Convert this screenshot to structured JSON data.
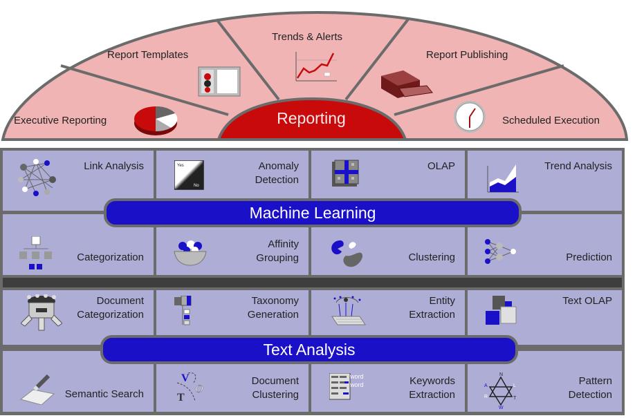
{
  "reporting": {
    "hub_label": "Reporting",
    "segments": [
      {
        "label": "Executive Reporting",
        "icon": "pie-chart-icon"
      },
      {
        "label": "Report Templates",
        "icon": "report-template-icon"
      },
      {
        "label": "Trends & Alerts",
        "icon": "trend-alert-chart-icon"
      },
      {
        "label": "Report Publishing",
        "icon": "printer-icon"
      },
      {
        "label": "Scheduled Execution",
        "icon": "clock-icon"
      }
    ]
  },
  "machine_learning": {
    "title": "Machine Learning",
    "cells": [
      {
        "label": "Link Analysis",
        "icon": "network-graph-icon"
      },
      {
        "label": "Anomaly Detection",
        "line1": "Anomaly",
        "line2": "Detection",
        "icon": "yes-no-gradient-icon",
        "icon_text_yes": "Yes",
        "icon_text_no": "No"
      },
      {
        "label": "OLAP",
        "icon": "olap-cube-icon"
      },
      {
        "label": "Trend Analysis",
        "icon": "area-chart-icon"
      },
      {
        "label": "Categorization",
        "icon": "hierarchy-tree-icon"
      },
      {
        "label": "Affinity Grouping",
        "line1": "Affinity",
        "line2": "Grouping",
        "icon": "bowl-of-balls-icon"
      },
      {
        "label": "Clustering",
        "icon": "clusters-icon"
      },
      {
        "label": "Prediction",
        "icon": "neural-network-icon"
      }
    ]
  },
  "text_analysis": {
    "title": "Text Analysis",
    "cells": [
      {
        "label": "Document Categorization",
        "line1": "Document",
        "line2": "Categorization",
        "icon": "sorting-machine-icon"
      },
      {
        "label": "Taxonomy Generation",
        "line1": "Taxonomy",
        "line2": "Generation",
        "icon": "taxonomy-icon"
      },
      {
        "label": "Entity Extraction",
        "line1": "Entity",
        "line2": "Extraction",
        "icon": "keyboard-extraction-icon"
      },
      {
        "label": "Text OLAP",
        "icon": "text-olap-cubes-icon"
      },
      {
        "label": "Semantic Search",
        "icon": "flashlight-search-icon"
      },
      {
        "label": "Document Clustering",
        "line1": "Document",
        "line2": "Clustering",
        "icon": "letter-clusters-icon",
        "icon_letters": [
          "V",
          "T",
          "O"
        ]
      },
      {
        "label": "Keywords Extraction",
        "line1": "Keywords",
        "line2": "Extraction",
        "icon": "keyword-document-icon",
        "icon_word": "word"
      },
      {
        "label": "Pattern Detection",
        "line1": "Pattern",
        "line2": "Detection",
        "icon": "letter-pattern-icon",
        "icon_letters": [
          "N",
          "A",
          "L",
          "R",
          "T",
          "W"
        ]
      }
    ]
  },
  "colors": {
    "reporting_fill": "#f0b4b4",
    "reporting_hub": "#c80a0a",
    "cell_fill": "#adadd6",
    "pill_fill": "#1a10c8",
    "border": "#6b6b6b",
    "divider": "#3e3e3e"
  }
}
